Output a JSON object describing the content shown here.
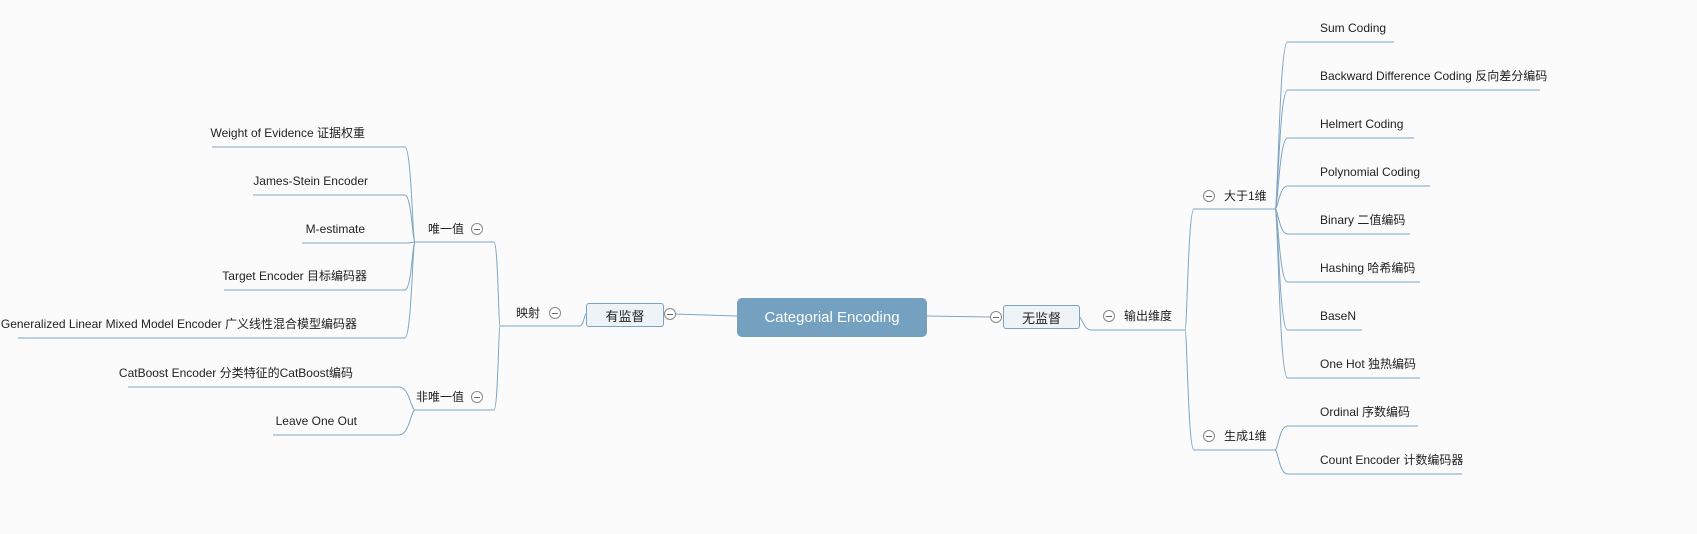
{
  "root": "Categorial Encoding",
  "supervised": {
    "label": "有监督",
    "mapping": {
      "label": "映射",
      "unique": {
        "label": "唯一值",
        "items": [
          "Weight of Evidence 证据权重",
          "James-Stein Encoder",
          "M-estimate",
          "Target Encoder 目标编码器",
          "Generalized Linear Mixed Model Encoder 广义线性混合模型编码器"
        ]
      },
      "non_unique": {
        "label": "非唯一值",
        "items": [
          "CatBoost Encoder 分类特征的CatBoost编码",
          "Leave One Out"
        ]
      }
    }
  },
  "unsupervised": {
    "label": "无监督",
    "output_dim": {
      "label": "输出维度",
      "gt1": {
        "label": "大于1维",
        "items": [
          "Sum Coding",
          "Backward Difference Coding 反向差分编码",
          "Helmert Coding",
          "Polynomial Coding",
          "Binary 二值编码",
          "Hashing 哈希编码",
          "BaseN",
          "One Hot 独热编码"
        ]
      },
      "eq1": {
        "label": "生成1维",
        "items": [
          "Ordinal 序数编码",
          "Count Encoder 计数编码器"
        ]
      }
    }
  },
  "colors": {
    "root": "#73a1bf",
    "line": "#7fa6c4"
  }
}
